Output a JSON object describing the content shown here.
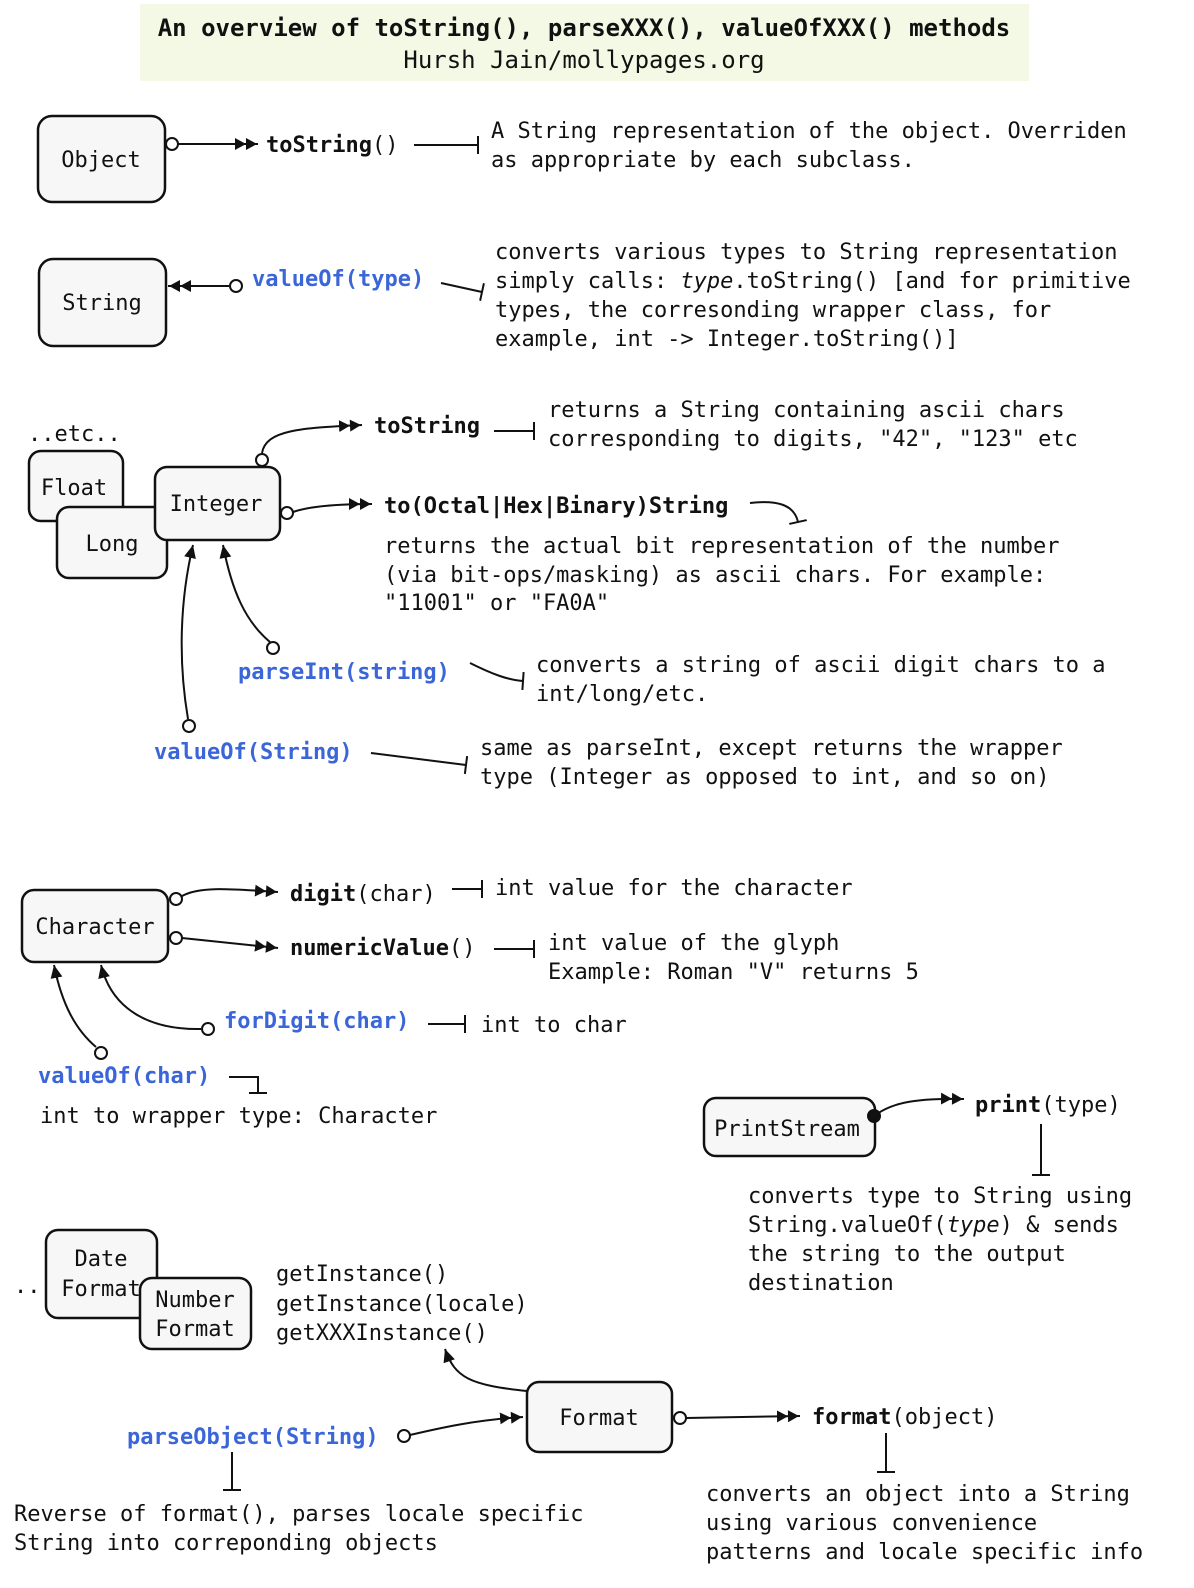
{
  "header": {
    "title": "An overview of toString(), parseXXX(), valueOfXXX() methods",
    "subtitle": "Hursh Jain/mollypages.org",
    "background": "#f4f9e6"
  },
  "colors": {
    "ink": "#111111",
    "method_blue": "#3b66d8",
    "box_fill": "#f7f7f7"
  },
  "object_section": {
    "box": "Object",
    "method": "toString",
    "method_args": "()",
    "desc": [
      "A String representation of the object. Overriden",
      "as appropriate by each subclass."
    ]
  },
  "string_section": {
    "box": "String",
    "method": "valueOf(type)",
    "desc": {
      "line1": "converts various types to String representation",
      "line2_pre": "simply calls: ",
      "line2_italic": "type",
      "line2_post": ".toString() [and for primitive",
      "line3": "types, the corresonding wrapper class, for",
      "line4": "example, int -> Integer.toString()]"
    }
  },
  "integer_section": {
    "etc": "..etc..",
    "boxes": {
      "float": "Float",
      "long": "Long",
      "integer": "Integer"
    },
    "tostring": {
      "method": "toString",
      "desc": [
        "returns a String containing ascii chars",
        "corresponding to digits, \"42\", \"123\" etc"
      ]
    },
    "tobase": {
      "method": "to(Octal|Hex|Binary)String",
      "desc": [
        "returns the actual bit representation of the number",
        "(via bit-ops/masking) as ascii chars. For example:",
        "\"11001\" or \"FA0A\""
      ]
    },
    "parseint": {
      "method": "parseInt(string)",
      "desc": [
        "converts a string of ascii digit chars to a",
        "int/long/etc."
      ]
    },
    "valueof": {
      "method": "valueOf(String)",
      "desc": [
        "same as parseInt, except returns the wrapper",
        "type (Integer as opposed to int, and so on)"
      ]
    }
  },
  "character_section": {
    "box": "Character",
    "digit": {
      "method": "digit",
      "args": "(char)",
      "desc": "int value for the character"
    },
    "numeric": {
      "method": "numericValue",
      "args": "()",
      "desc": [
        "int value of the glyph",
        "Example: Roman \"V\" returns 5"
      ]
    },
    "fordigit": {
      "method": "forDigit(char)",
      "desc": "int to char"
    },
    "valueof": {
      "method": "valueOf(char)",
      "desc": "int to wrapper type: Character"
    }
  },
  "printstream_section": {
    "box": "PrintStream",
    "method": "print",
    "args": "(type)",
    "desc": {
      "line1": "converts type to String using",
      "line2_pre": "String.valueOf(",
      "line2_italic": "type",
      "line2_post": ") & sends",
      "line3": "the string to the output",
      "line4": "destination"
    }
  },
  "format_section": {
    "etc": "..",
    "date_format": [
      "Date",
      "Format"
    ],
    "number_format": [
      "Number",
      "Format"
    ],
    "instances": [
      "getInstance()",
      "getInstance(locale)",
      "getXXXInstance()"
    ],
    "box": "Format",
    "format": {
      "method": "format",
      "args": "(object)",
      "desc": [
        "converts an object into a String",
        "using various convenience",
        "patterns and locale specific info"
      ]
    },
    "parse": {
      "method": "parseObject(String)",
      "desc": [
        "Reverse of format(), parses locale specific",
        "String into correponding objects"
      ]
    }
  }
}
